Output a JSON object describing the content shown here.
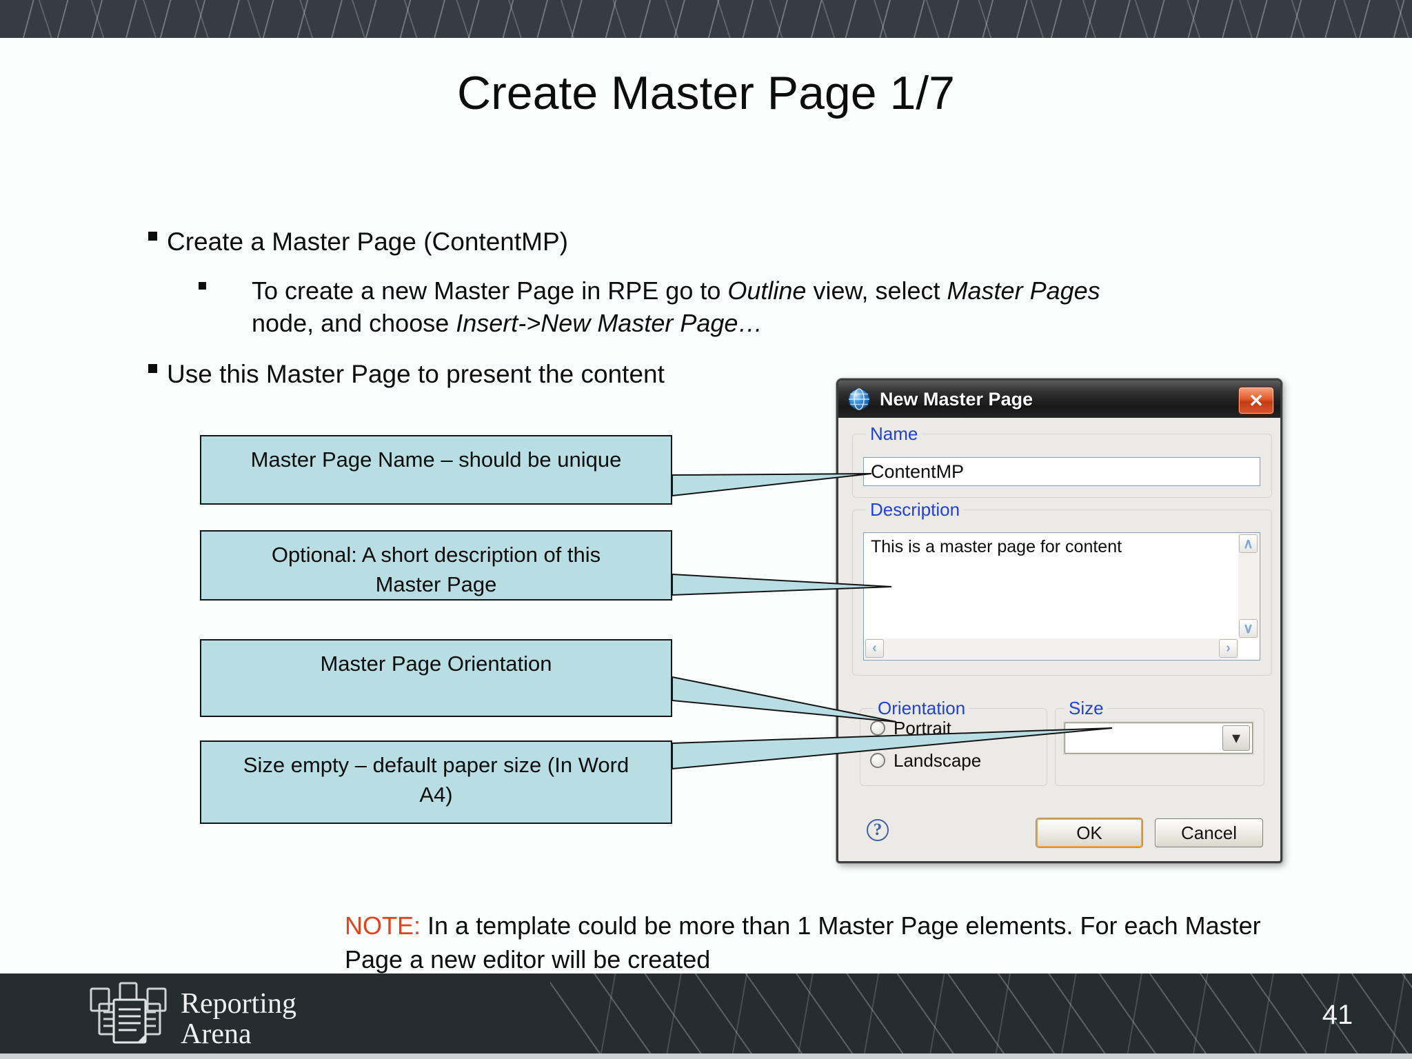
{
  "slide": {
    "title": "Create Master Page 1/7",
    "bullet1": "Create a Master Page (ContentMP)",
    "sub_bullet": {
      "line1_parts": [
        {
          "t": "To create a new Master Page in RPE go to ",
          "i": 0
        },
        {
          "t": "Outline",
          "i": 1
        },
        {
          "t": " view, select ",
          "i": 0
        },
        {
          "t": "Master Pages",
          "i": 1
        }
      ],
      "line2_parts": [
        {
          "t": "node, and choose ",
          "i": 0
        },
        {
          "t": "Insert->New Master Page…",
          "i": 1
        }
      ]
    },
    "bullet2": "Use this Master Page to present the content",
    "callouts": [
      {
        "line1": "Master Page Name – should be unique",
        "line2": ""
      },
      {
        "line1": "Optional: A short description of this",
        "line2": "Master Page"
      },
      {
        "line1": "Master Page Orientation",
        "line2": ""
      },
      {
        "line1": "Size empty – default paper size (In Word",
        "line2": "A4)"
      }
    ],
    "note": {
      "label": "NOTE:",
      "line1": " In a template could be more than 1 Master Page elements. For each Master",
      "line2": "Page a new editor will be created"
    },
    "footer": {
      "brand_line1": "Reporting",
      "brand_line2": "Arena",
      "page_number": "41"
    }
  },
  "dialog": {
    "title": "New Master Page",
    "name_label": "Name",
    "name_value": "ContentMP",
    "description_label": "Description",
    "description_value": "This is a master page for content",
    "orientation_label": "Orientation",
    "orientation_options": [
      "Portrait",
      "Landscape"
    ],
    "size_label": "Size",
    "size_value": "",
    "ok_label": "OK",
    "cancel_label": "Cancel"
  },
  "icons": {
    "close": "✕",
    "help": "?",
    "scroll_up": "∧",
    "scroll_down": "∨",
    "scroll_left": "‹",
    "scroll_right": "›",
    "combo_arrow": "▾"
  },
  "colors": {
    "callout_fill": "#b8dde2",
    "note_red": "#e2431d",
    "xp_label_blue": "#2141d6",
    "topbar_bg": "#353d42",
    "footer_bg": "#262d31",
    "close_button_red": "#c13c12",
    "ok_focus_orange": "#e8a33d",
    "input_border_blue": "#7f9db9"
  }
}
